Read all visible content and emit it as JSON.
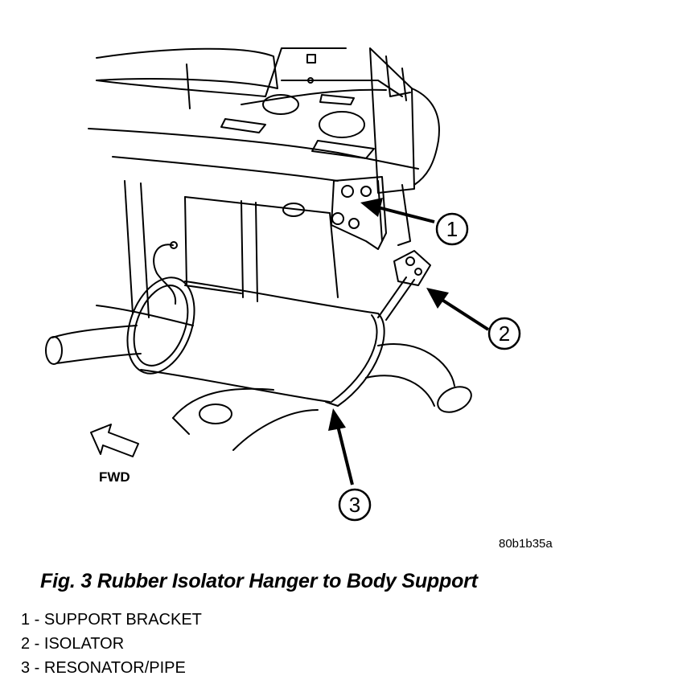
{
  "figure": {
    "caption": "Fig. 3 Rubber Isolator Hanger to Body Support",
    "image_code": "80b1b35a",
    "direction_label": "FWD",
    "callouts": [
      "1",
      "2",
      "3"
    ]
  },
  "legend": {
    "items": [
      "1 - SUPPORT BRACKET",
      "2 - ISOLATOR",
      "3 - RESONATOR/PIPE"
    ]
  }
}
